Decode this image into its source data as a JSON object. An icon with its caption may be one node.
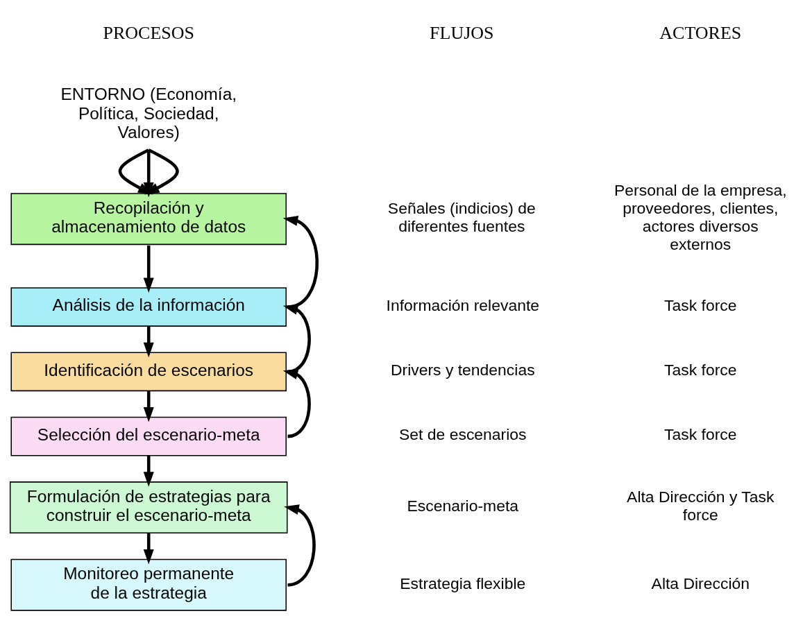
{
  "diagram": {
    "nodes": [
      {
        "text": [
          "ENTORNO (Economía, Política, Sociedad, Valores)"
        ]
      },
      {
        "text": [
          "Recopilación y almacenamiento de datos"
        ]
      },
      {
        "text": [
          "Análisis de la información"
        ]
      },
      {
        "text": [
          "Identificación de escenarios"
        ]
      },
      {
        "text": [
          "Selección del escenario-meta"
        ]
      },
      {
        "text": [
          "Formulación de estrategias para construir el escenario-meta"
        ]
      },
      {
        "text": [
          "Monitoreo permanente de la estrategia"
        ]
      }
    ],
    "edges": [
      {
        "from": 0,
        "to": 1,
        "arrow": "to"
      },
      {
        "from": 0,
        "to": 1,
        "arrow": "to"
      },
      {
        "from": 0,
        "to": 1,
        "arrow": "to"
      },
      {
        "from": 1,
        "to": 2,
        "arrow": "to"
      },
      {
        "from": 2,
        "to": 1,
        "arrow": "to"
      },
      {
        "from": 2,
        "to": 3,
        "arrow": "to"
      },
      {
        "from": 3,
        "to": 2,
        "arrow": "to"
      },
      {
        "from": 3,
        "to": 4,
        "arrow": "to"
      },
      {
        "from": 4,
        "to": 3,
        "arrow": "to"
      },
      {
        "from": 4,
        "to": 5,
        "arrow": "to"
      },
      {
        "from": 5,
        "to": 6,
        "arrow": "to"
      },
      {
        "from": 6,
        "to": 5,
        "arrow": "to"
      }
    ],
    "labels": [
      "PROCESOS",
      "FLUJOS",
      "ACTORES",
      "Señales (indicios) de diferentes fuentes",
      "Personal de la empresa, proveedores, clientes, actores diversos externos",
      "Información relevante",
      "Task force",
      "Drivers y tendencias",
      "Task force",
      "Set de escenarios",
      "Task force",
      "Escenario-meta",
      "Alta Dirección y Task force",
      "Estrategia flexible",
      "Alta Dirección"
    ]
  }
}
